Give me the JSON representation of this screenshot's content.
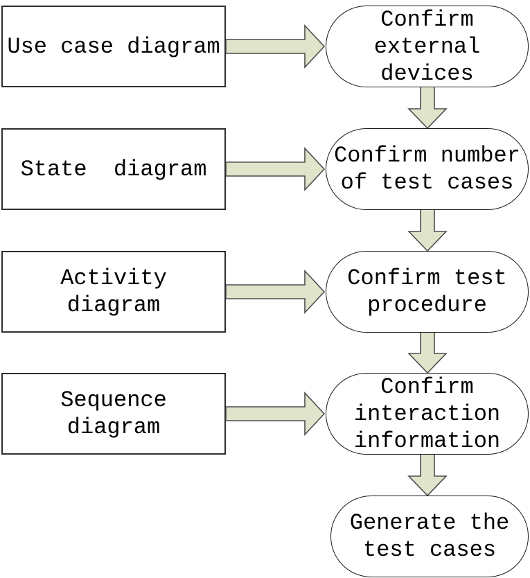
{
  "diagram": {
    "colors": {
      "background": "#ffffff",
      "node_fill": "#ffffff",
      "rect_border": "#2e2e2e",
      "pill_border": "#1a1a1a",
      "arrow_fill": "#dfe4cb",
      "arrow_stroke": "#4d4d4d",
      "text": "#000000"
    },
    "sources": [
      {
        "label": "Use case diagram"
      },
      {
        "label": "State  diagram"
      },
      {
        "label": "Activity\ndiagram"
      },
      {
        "label": "Sequence\ndiagram"
      }
    ],
    "steps": [
      {
        "label": "Confirm\nexternal\ndevices"
      },
      {
        "label": "Confirm number\nof test cases"
      },
      {
        "label": "Confirm test\nprocedure"
      },
      {
        "label": "Confirm\ninteraction\ninformation"
      },
      {
        "label": "Generate the\ntest cases"
      }
    ]
  }
}
